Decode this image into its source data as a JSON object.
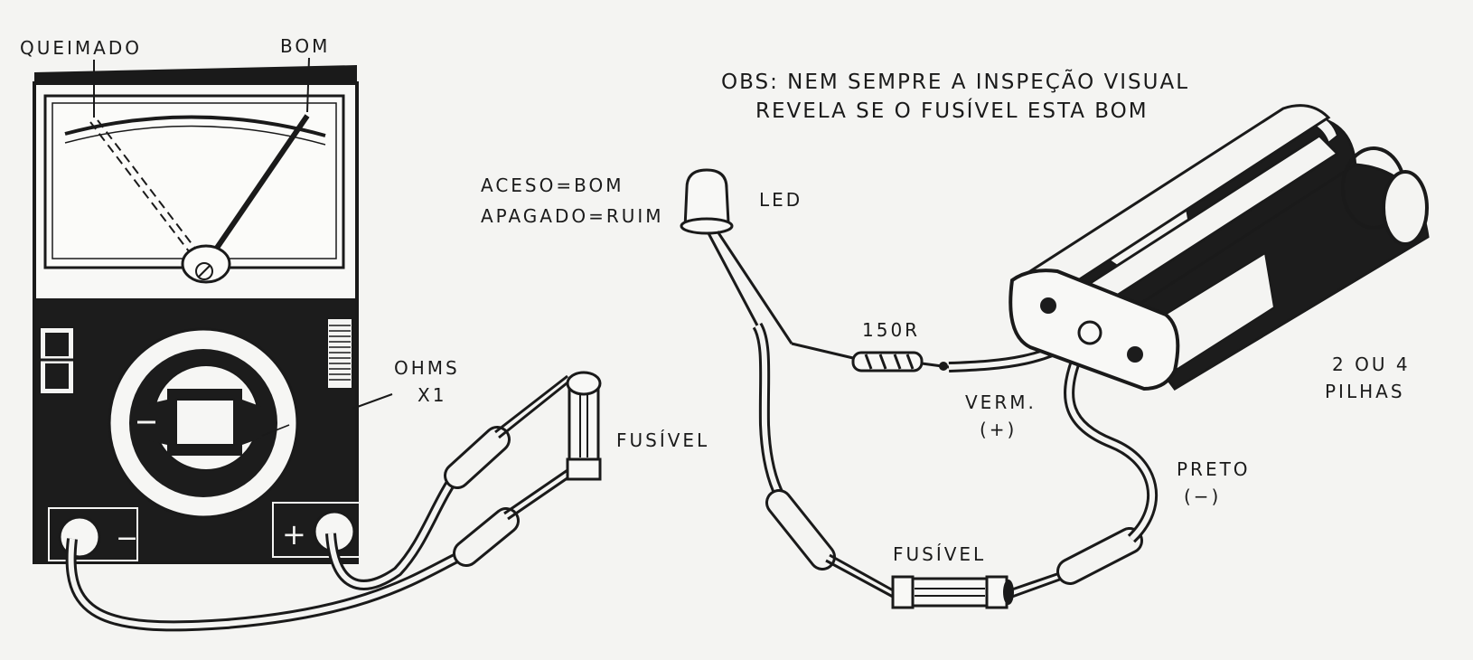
{
  "meter": {
    "label_burnt": "QUEIMADO",
    "label_good": "BOM",
    "range_line1": "OHMS",
    "range_line2": "X1",
    "minus_sign": "−",
    "plus_sign": "+"
  },
  "led_key": {
    "line1": "ACESO=BOM",
    "line2": "APAGADO=RUIM"
  },
  "note": {
    "line1": "OBS: NEM SEMPRE A INSPEÇÃO VISUAL",
    "line2": "REVELA SE O FUSÍVEL ESTA BOM"
  },
  "labels": {
    "fuse_left": "FUSÍVEL",
    "led": "LED",
    "resistor": "150R",
    "red_wire_line1": "VERM.",
    "red_wire_line2": "(+)",
    "black_wire_line1": "PRETO",
    "black_wire_line2": "(−)",
    "fuse_right": "FUSÍVEL",
    "battery_line1": "2 OU 4",
    "battery_line2": "PILHAS"
  },
  "colors": {
    "ink": "#1a1a1a",
    "paper": "#f4f4f2"
  }
}
